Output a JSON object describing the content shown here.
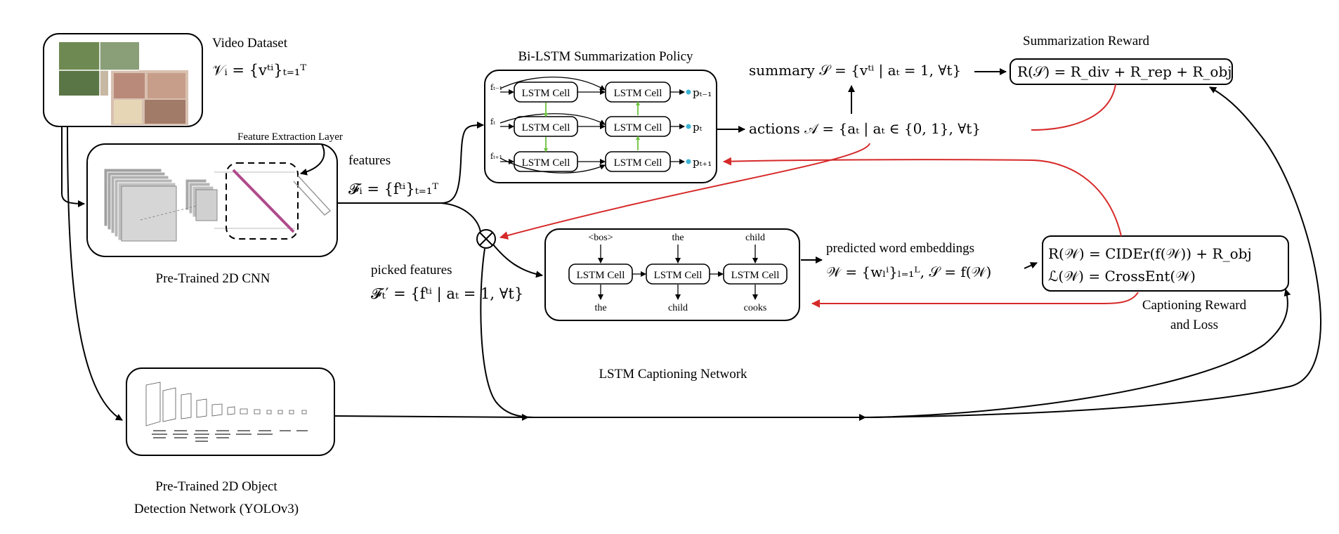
{
  "video_dataset": {
    "title": "Video Dataset",
    "formula": "𝒱ᵢ = {vᵗⁱ}ₜ₌₁ᵀ"
  },
  "feature_extraction_label": "Feature Extraction Layer",
  "cnn_label": "Pre-Trained 2D CNN",
  "features": {
    "label": "features",
    "formula": "𝓕ᵢ = {fᵗⁱ}ₜ₌₁ᵀ"
  },
  "bilstm": {
    "title": "Bi-LSTM Summarization Policy",
    "cell_label": "LSTM Cell",
    "inputs": [
      "fₜ₋₁",
      "fₜ",
      "fₜ₊₁"
    ],
    "outputs": [
      "pₜ₋₁",
      "pₜ",
      "pₜ₊₁"
    ]
  },
  "summary_formula": "summary 𝒮 = {vᵗⁱ | aₜ = 1, ∀t}",
  "actions_formula": "actions 𝒜 = {aₜ | aₜ ∈ {0, 1}, ∀t}",
  "summarization_reward": {
    "title": "Summarization Reward",
    "formula": "R(𝒮) = R_div + R_rep + R_obj"
  },
  "picked_features": {
    "label": "picked features",
    "formula": "𝓕ₜ′ = {fᵗⁱ | aₜ = 1, ∀t}"
  },
  "captioning": {
    "title": "LSTM Captioning Network",
    "cell_label": "LSTM Cell",
    "inputs": [
      "<bos>",
      "the",
      "child"
    ],
    "outputs": [
      "the",
      "child",
      "cooks"
    ]
  },
  "predicted": {
    "label": "predicted word embeddings",
    "formula": "𝒲 = {wₗⁱ}ₗ₌₁ᴸ,  𝒮 = f(𝒲)"
  },
  "captioning_reward": {
    "formula_line1": "R(𝒲) = CIDEr(f(𝒲)) + R_obj",
    "formula_line2": "ℒ(𝒲) = CrossEnt(𝒲)",
    "label_line1": "Captioning Reward",
    "label_line2": "and Loss"
  },
  "yolo": {
    "label_line1": "Pre-Trained 2D Object",
    "label_line2": "Detection Network (YOLOv3)"
  },
  "colors": {
    "feedback_arrow": "#d62a2a",
    "inter_cell_arrow": "#6cc33c",
    "output_dot": "#3bb5d6",
    "pool_line": "#b04a8c"
  }
}
